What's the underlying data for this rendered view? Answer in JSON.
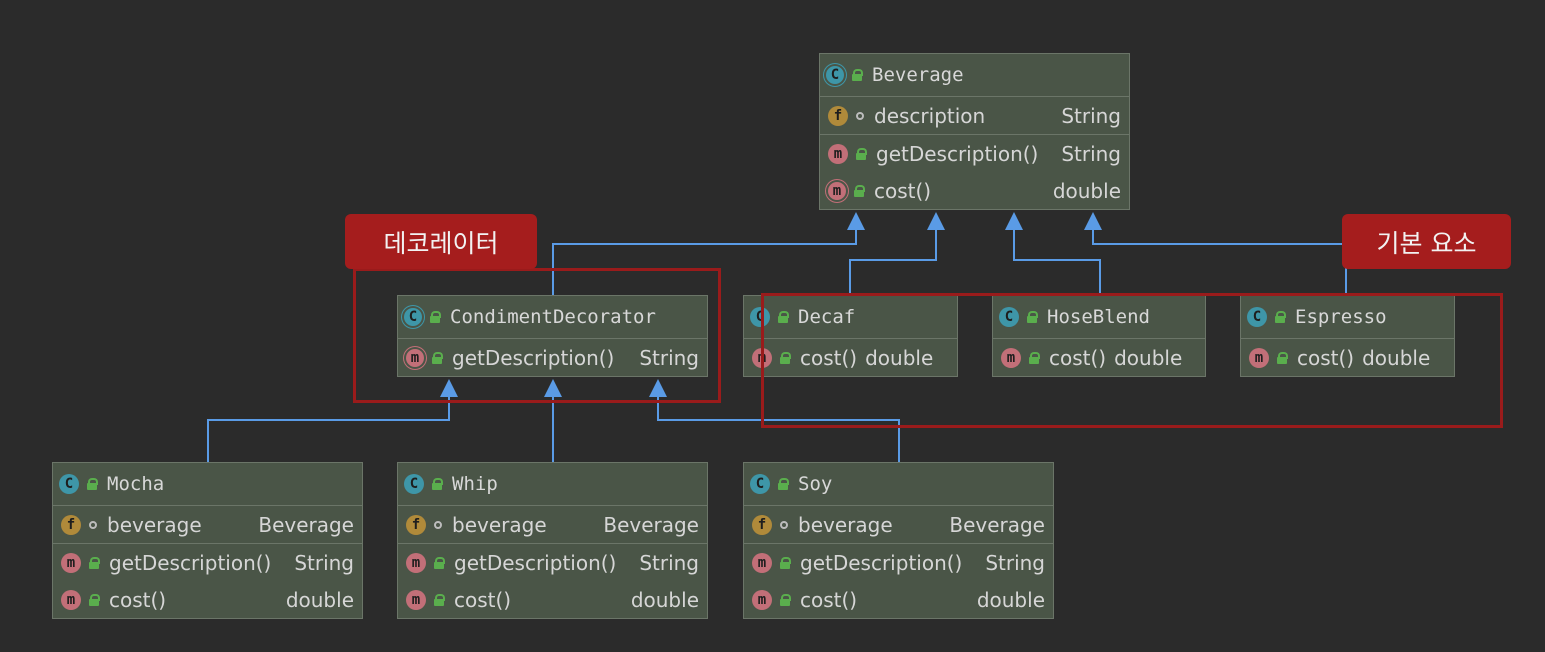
{
  "callouts": {
    "decorator": "데코레이터",
    "base_components": "기본 요소"
  },
  "classes": {
    "beverage": {
      "name": "Beverage",
      "fields": [
        {
          "name": "description",
          "type": "String"
        }
      ],
      "methods": [
        {
          "name": "getDescription()",
          "type": "String"
        },
        {
          "name": "cost()",
          "type": "double"
        }
      ]
    },
    "condiment_decorator": {
      "name": "CondimentDecorator",
      "methods": [
        {
          "name": "getDescription()",
          "type": "String"
        }
      ]
    },
    "decaf": {
      "name": "Decaf",
      "methods": [
        {
          "name": "cost()",
          "type": "double"
        }
      ]
    },
    "hoseblend": {
      "name": "HoseBlend",
      "methods": [
        {
          "name": "cost()",
          "type": "double"
        }
      ]
    },
    "espresso": {
      "name": "Espresso",
      "methods": [
        {
          "name": "cost()",
          "type": "double"
        }
      ]
    },
    "mocha": {
      "name": "Mocha",
      "fields": [
        {
          "name": "beverage",
          "type": "Beverage"
        }
      ],
      "methods": [
        {
          "name": "getDescription()",
          "type": "String"
        },
        {
          "name": "cost()",
          "type": "double"
        }
      ]
    },
    "whip": {
      "name": "Whip",
      "fields": [
        {
          "name": "beverage",
          "type": "Beverage"
        }
      ],
      "methods": [
        {
          "name": "getDescription()",
          "type": "String"
        },
        {
          "name": "cost()",
          "type": "double"
        }
      ]
    },
    "soy": {
      "name": "Soy",
      "fields": [
        {
          "name": "beverage",
          "type": "Beverage"
        }
      ],
      "methods": [
        {
          "name": "getDescription()",
          "type": "String"
        },
        {
          "name": "cost()",
          "type": "double"
        }
      ]
    }
  },
  "colors": {
    "background": "#2b2b2b",
    "class_fill": "#4a5547",
    "arrow": "#5a9be6",
    "highlight": "#9a1b1b",
    "callout": "#a51d1d"
  }
}
